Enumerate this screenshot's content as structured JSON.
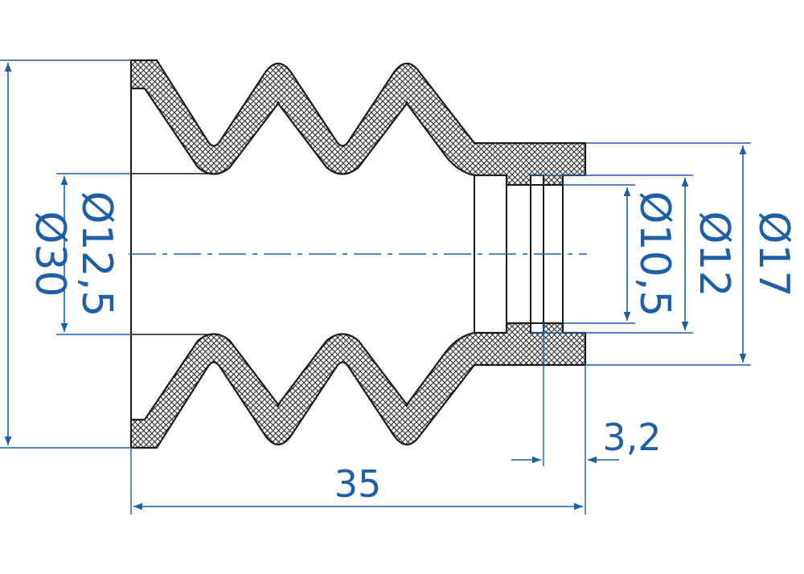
{
  "colors": {
    "dimension": "#1f5fa8",
    "outline": "#1a1a1a",
    "hatch": "#2b2b2b",
    "centerline": "#1f5fa8",
    "background": "#ffffff"
  },
  "dimensions": {
    "outer_diameter": "Ø30",
    "inner_bellows_diameter": "Ø12,5",
    "bore_diameter": "Ø10,5",
    "groove_diameter": "Ø12",
    "collar_diameter": "Ø17",
    "collar_wall": "3,2",
    "overall_length": "35"
  }
}
